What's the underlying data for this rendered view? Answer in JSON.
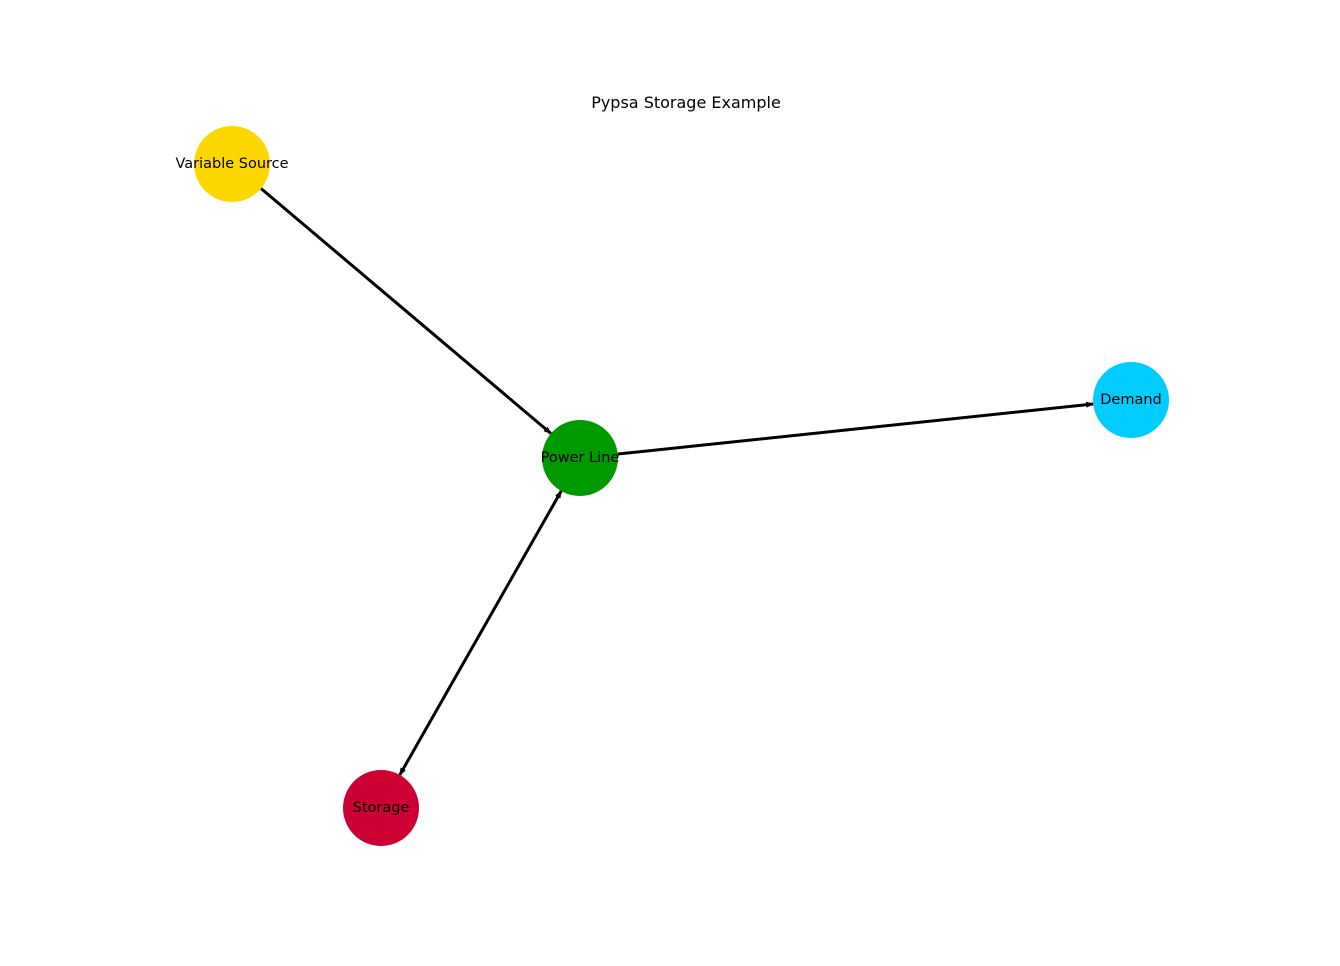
{
  "diagram": {
    "title": "Pypsa Storage Example",
    "nodes": [
      {
        "id": "variable-source",
        "label": "Variable Source",
        "color": "#FFD700"
      },
      {
        "id": "power-line",
        "label": "Power Line",
        "color": "#009900"
      },
      {
        "id": "demand",
        "label": "Demand",
        "color": "#00CCFF"
      },
      {
        "id": "storage",
        "label": "Storage",
        "color": "#CC0033"
      }
    ],
    "edges": [
      {
        "from": "variable-source",
        "to": "power-line",
        "direction": "forward"
      },
      {
        "from": "power-line",
        "to": "demand",
        "direction": "forward"
      },
      {
        "from": "power-line",
        "to": "storage",
        "direction": "both"
      }
    ]
  }
}
